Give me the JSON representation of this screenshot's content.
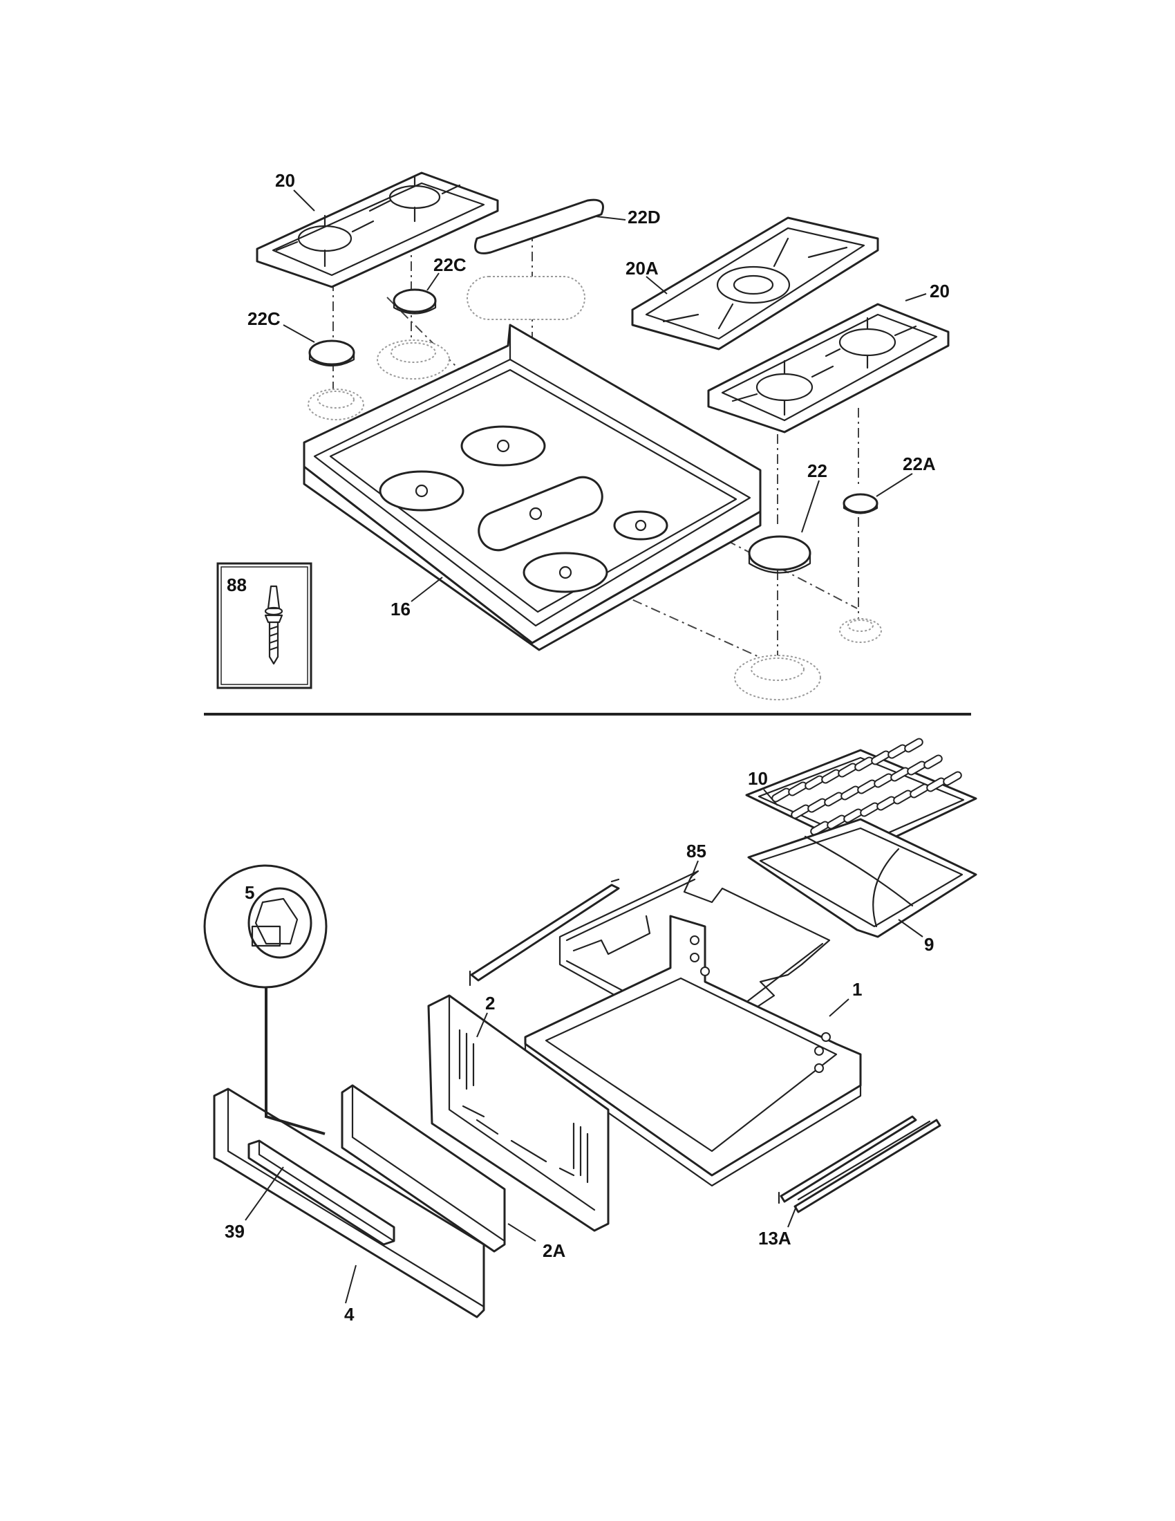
{
  "callouts": {
    "c20_left": "20",
    "c22D": "22D",
    "c22C_upper": "22C",
    "c22C_lower": "22C",
    "c20A": "20A",
    "c20_right": "20",
    "c22": "22",
    "c22A": "22A",
    "c88": "88",
    "c16": "16",
    "c10": "10",
    "c85": "85",
    "c5": "5",
    "c9": "9",
    "c1": "1",
    "c2": "2",
    "c39": "39",
    "c2A": "2A",
    "c13A": "13A",
    "c4": "4"
  }
}
